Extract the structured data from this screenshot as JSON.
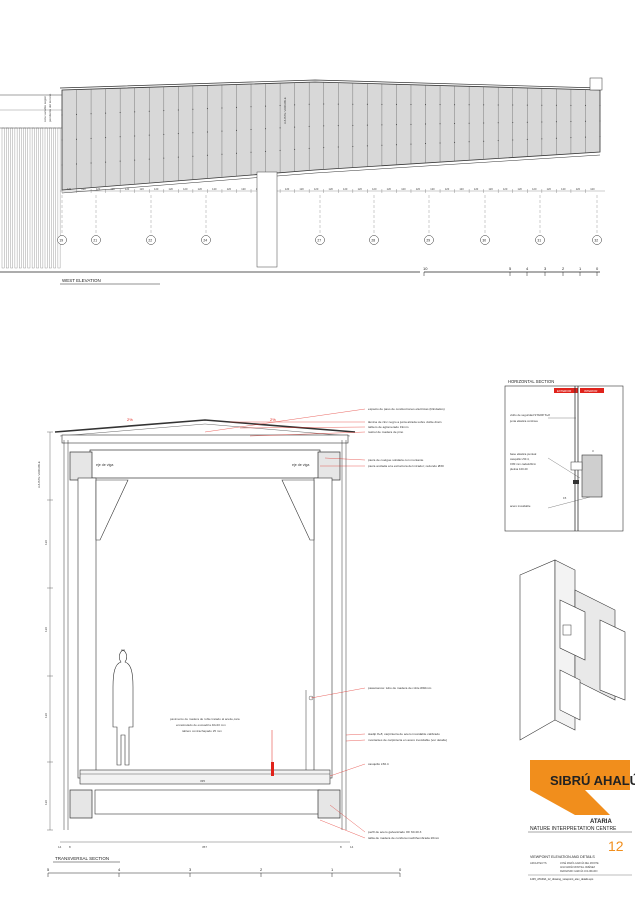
{
  "colors": {
    "ink": "#222222",
    "glass": "#d8d8d8",
    "annotation": "#e0221b",
    "logo": "#f18e1c"
  },
  "west_elevation": {
    "label": "WEST ELEVATION",
    "level_label": "AJUSTE VARIABLE",
    "left_note_1": "cota variable según",
    "left_note_2": "pendiente del terreno",
    "axes": [
      "19",
      "21",
      "22",
      "24",
      "26",
      "27",
      "28",
      "29",
      "30",
      "31",
      "32"
    ],
    "module_dims": [
      "120",
      "120",
      "120",
      "120",
      "120",
      "120",
      "120",
      "120",
      "120",
      "120",
      "120",
      "120",
      "120",
      "120",
      "120",
      "120",
      "120",
      "120",
      "120",
      "120",
      "120",
      "120",
      "120",
      "120",
      "120",
      "120",
      "120",
      "120",
      "120",
      "120",
      "120",
      "120",
      "120",
      "120",
      "120",
      "120",
      "120"
    ],
    "scale": [
      "10",
      "5",
      "4",
      "3",
      "2",
      "1",
      "0"
    ]
  },
  "horizontal_section": {
    "title": "HORIZONTAL SECTION",
    "tag_exterior": "EXTERIOR",
    "tag_interior": "INTERIOR",
    "notes": [
      "vidrio de seguridad STADIP 8+8",
      "junta elástica continua",
      "base elástica puntual",
      "casquillo L50.4,",
      "l=80 mm cada120cm",
      "pletina 100.20",
      "acero inoxidable"
    ],
    "dims": [
      "3",
      "15"
    ]
  },
  "transversal_section": {
    "title": "TRANSVERSAL SECTION",
    "level_label": "AJUSTE VARIABLE",
    "slope_left": "2%",
    "slope_right": "2%",
    "beam_axis_left": "eje de viga",
    "beam_axis_right": "eje de viga",
    "notes": [
      "espacio de paso de conducciones eléctricas (blindados)",
      "lámina de zinc negro a junta alzada sobre doble drain",
      "tablero de aglomerado 19mm",
      "rastrel de madera de pino",
      "pieza de cuelgue solidaria con montante",
      "pieza anclada a la estructura del mirador; redondo Ø30",
      "pasamanos: tubo de madera de roble Ø40mm",
      "stadip 8+8; carpintería de acero inoxidable calibrado",
      "montantes de carpintería en acero inoxidable (ver detalle)",
      "casquillo L50.4",
      "perfil de acero galvanizado OF 60.40.3",
      "tabla de madera de conífera machihembrada 20mm"
    ],
    "floor_note": [
      "pavimento de madera de roble tratado al aceite,cara",
      "enrastrelado de escuadría 40x40 mm",
      "tablero contrachapado 25 mm"
    ],
    "dims_left": [
      "120",
      "120",
      "120",
      "120"
    ],
    "dim_bottom": "357",
    "dim_floor": "335",
    "dim_edge_left": "14",
    "dim_edge_left2": "8",
    "dim_edge_right": "8",
    "dim_edge_right2": "14",
    "scale": [
      "5",
      "4",
      "3",
      "2",
      "1",
      "0"
    ]
  },
  "titleblock": {
    "logo_text": "SIBRÚ AHALÚA",
    "ataria": "ATARIA",
    "centre": "NATURE INTERPRETATION CENTRE",
    "sheet_no": "12",
    "sheet_title": "VIEWPOINT ELEVATION AND DETAILS",
    "architects_label": "ARCHITECTS",
    "architects": [
      "JOSÉ MARÍA GARCÍA DEL MONTE",
      "ANA MARÍA MONTIEL JIMÉNEZ",
      "FERNANDO GARCÍA COLORADO"
    ],
    "file_name": "1245_ATARIA_12_drawing_viewpoint_elev_details.eps"
  }
}
